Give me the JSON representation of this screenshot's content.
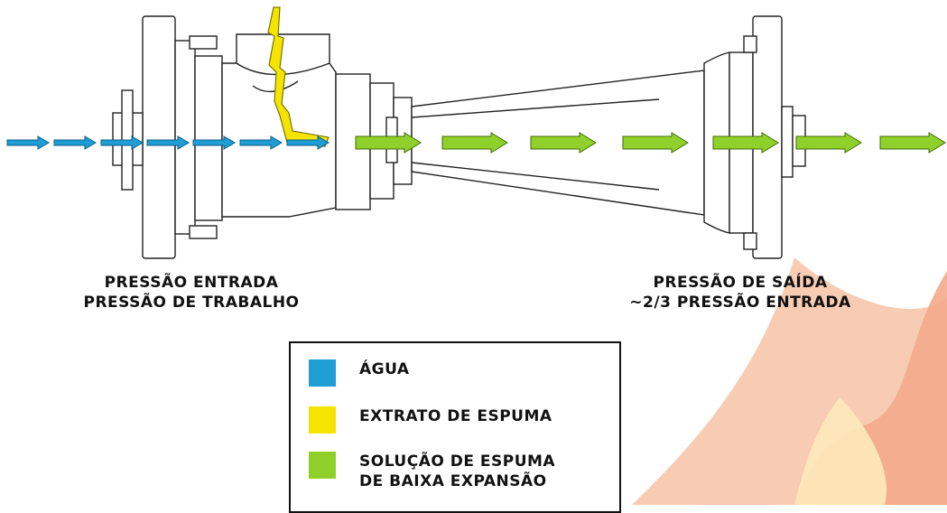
{
  "labels": {
    "inlet_line1": "PRESSÃO ENTRADA",
    "inlet_line2": "PRESSÃO DE TRABALHO",
    "outlet_line1": "PRESSÃO DE SAÍDA",
    "outlet_line2": "~2/3 PRESSÃO ENTRADA"
  },
  "legend": {
    "items": [
      {
        "label": "ÁGUA",
        "color": "#1f9ed6"
      },
      {
        "label": "EXTRATO DE ESPUMA",
        "color": "#f5e400"
      },
      {
        "label_line1": "SOLUÇÃO DE ESPUMA",
        "label_line2": "DE BAIXA EXPANSÃO",
        "color": "#8fd12a"
      }
    ]
  },
  "colors": {
    "water": "#1f9ed6",
    "foam_extract": "#f5e400",
    "foam_solution": "#8fd12a",
    "outline": "#222222",
    "watermark": "#f6b48f"
  }
}
